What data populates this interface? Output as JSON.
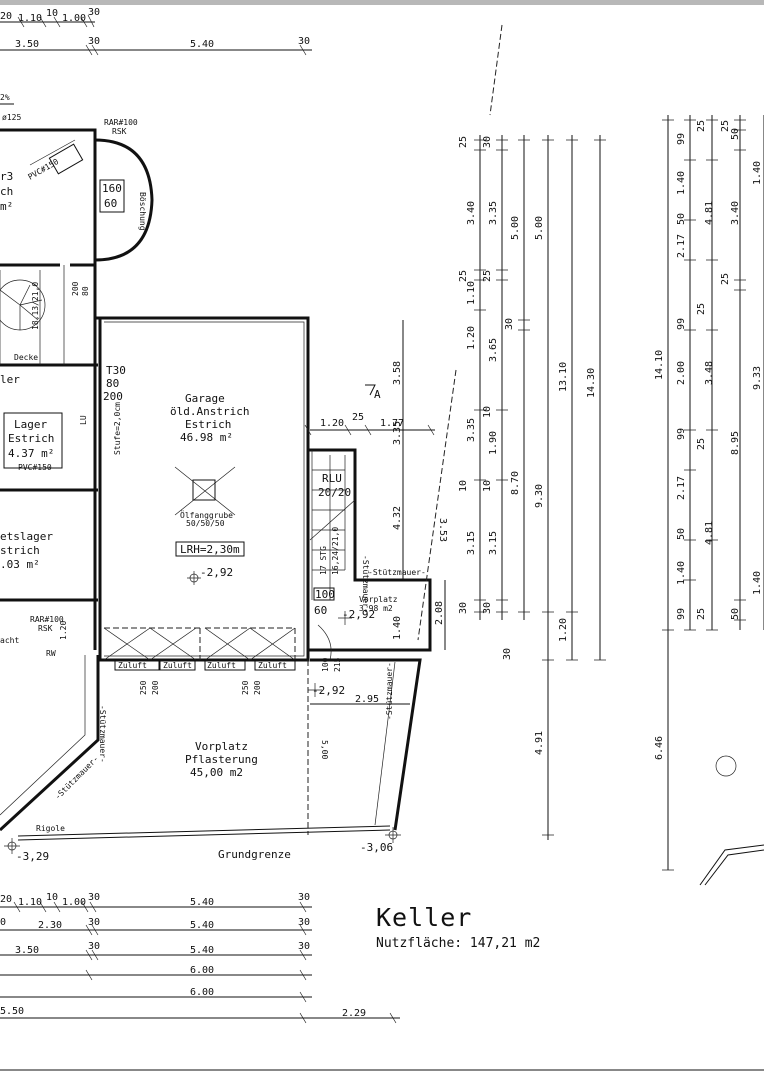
{
  "title": "Keller",
  "usable_area": "Nutzfläche: 147,21 m2",
  "rooms": {
    "garage": {
      "name": "Garage",
      "finish1": "öld.Anstrich",
      "finish2": "Estrich",
      "area": "46.98 m²",
      "lrh": "LRH=2,30m",
      "level": "-2,92",
      "grube1": "Ölfanggrube",
      "grube2": "50/50/50"
    },
    "vorplatz_big": {
      "name": "Vorplatz",
      "finish": "Pflasterung",
      "area": "45,00 m2"
    },
    "vorplatz_small": {
      "name": "Vorplatz",
      "area": "3,98 m2"
    },
    "lager": {
      "name": "Lager",
      "finish": "Estrich",
      "area": "4.37 m²",
      "pvc": "PVC#150"
    },
    "room3": {
      "l1": "r3",
      "l2": "ch",
      "l3": "m²"
    },
    "lager2": {
      "l1": "etslager",
      "l2": "strich",
      "l3": ".03 m²"
    },
    "ler": {
      "l1": "ler"
    }
  },
  "labels": {
    "grundgrenze": "Grundgrenze",
    "rigole": "Rigole",
    "stuetz": "-Stützmauer-",
    "rar1": "RAR#100",
    "rsk1": "RSK",
    "rar2": "RAR#100",
    "rsk2": "RSK",
    "pvc_top": "PVC#150",
    "boeschung": "Böschung",
    "t30": "T30",
    "door80": "80",
    "door200": "200",
    "stufe": "Stufe=2,0cm",
    "rlu": "RLU",
    "rlu2": "20/20",
    "stairs": "16,24/21,0",
    "stairs2": "17 STG",
    "zuluft": "Zuluft",
    "arrow_a": "A",
    "decke": "Decke",
    "lv": "2%",
    "lv2": "ø125",
    "w160": "160",
    "w60": "60",
    "d100": "100",
    "d60": "60",
    "d_level": "-2,92",
    "d100b": "100",
    "d215": "215",
    "level2": "-2,92",
    "level3": "-3,29",
    "level4": "-3,06",
    "w250a": "250",
    "w200a": "200",
    "w250b": "250",
    "w200b": "200",
    "w500": "5,00",
    "s_stair": "18,13/21,0",
    "w120": "1.20",
    "w80": "80",
    "w200c": "200",
    "lu": "LU",
    "schacht": "acht",
    "rw": "RW"
  },
  "dims": {
    "top": {
      "a": "20",
      "b": "1.10",
      "c": "10",
      "d": "1.00",
      "e": "30",
      "f": "3.50",
      "g": "30",
      "h": "5.40",
      "i": "30"
    },
    "mid": {
      "a": "1.20",
      "b": "25",
      "c": "1.77",
      "d": "2.95",
      "e": "3.58",
      "f": "3.35",
      "g": "4.32",
      "h": "3.53",
      "i": "2.08",
      "j": "1.40"
    },
    "v1": [
      "25",
      "3.40",
      "25",
      "1.10",
      "1.20",
      "3.35",
      "10",
      "3.15",
      "30"
    ],
    "v2": [
      "30",
      "3.35",
      "25",
      "3.65",
      "10",
      "1.90",
      "10",
      "3.15",
      "30"
    ],
    "v3": [
      "5.00",
      "30",
      "8.70"
    ],
    "v4": [
      "5.00",
      "9.30"
    ],
    "v5": [
      "13.10",
      "1.20"
    ],
    "v6": [
      "14.30",
      "4.91"
    ],
    "r1": [
      "14.10",
      "6.46"
    ],
    "r2": [
      "99",
      "1.40",
      "50",
      "2.17",
      "99",
      "2.00",
      "99",
      "2.17",
      "50",
      "1.40",
      "99"
    ],
    "r3": [
      "25",
      "4.81",
      "25",
      "3.48",
      "25",
      "4.81",
      "25"
    ],
    "r4": [
      "25",
      "50",
      "1.40",
      "3.40",
      "25",
      "9.33",
      "8.95",
      "1.40",
      "50"
    ],
    "bottom": {
      "row1": [
        "20",
        "1.10",
        "10",
        "1.00",
        "30",
        "5.40",
        "30"
      ],
      "row2": [
        "0",
        "2.30",
        "30",
        "5.40",
        "30"
      ],
      "row3": [
        "3.50",
        "30",
        "5.40",
        "30"
      ],
      "row4": [
        "6.00"
      ],
      "row5": [
        "6.00"
      ],
      "row6": [
        "5.50",
        "2.29"
      ]
    }
  }
}
